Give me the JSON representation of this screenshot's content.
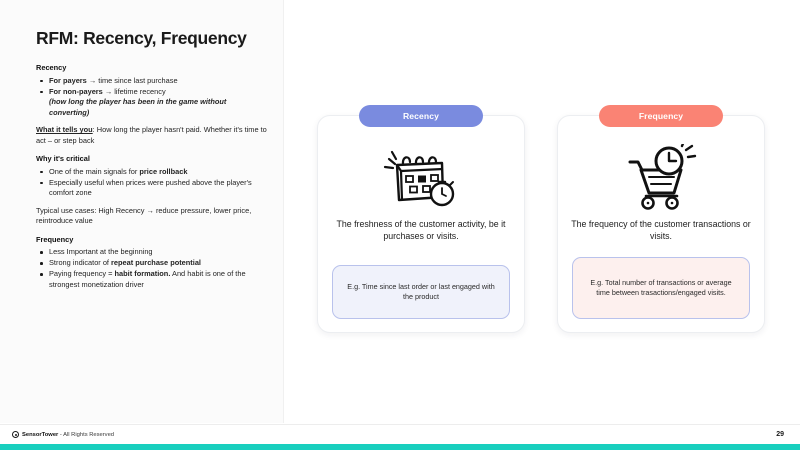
{
  "slide": {
    "title": "RFM: Recency, Frequency",
    "page_number": "29",
    "accent_blue": "#7a8bdf",
    "accent_salmon": "#fa8374",
    "accent_teal": "#18cfbe"
  },
  "left": {
    "recency_heading": "Recency",
    "recency_bullets": [
      {
        "bold": "For payers",
        "rest": " → time since last purchase"
      },
      {
        "bold": "For non-payers",
        "rest": " → lifetime recency",
        "italic": "(how long the player has been in the game without converting)"
      }
    ],
    "tells_you_label": "What it tells you",
    "tells_you_text": ": How long the player hasn't paid. Whether it's time to act – or step back",
    "critical_heading": "Why it's critical",
    "critical_bullets": [
      {
        "pre": "One of the main signals for ",
        "bold": "price rollback",
        "post": ""
      },
      {
        "pre": "Especially useful when prices were pushed above the player's comfort zone",
        "bold": "",
        "post": ""
      }
    ],
    "typical_use_cases": "Typical use cases: High Recency → reduce pressure, lower price, reintroduce value",
    "frequency_heading": "Frequency",
    "frequency_bullets": [
      {
        "pre": "Less Important at the beginning",
        "bold": "",
        "post": ""
      },
      {
        "pre": "Strong indicator of ",
        "bold": "repeat purchase potential",
        "post": ""
      },
      {
        "pre": "Paying frequency = ",
        "bold": "habit formation.",
        "post": " And habit is one of the strongest monetization driver"
      }
    ]
  },
  "cards": [
    {
      "badge": "Recency",
      "icon": "calendar-clock-icon",
      "description": "The freshness of the customer activity, be it purchases or visits.",
      "example": "E.g. Time since last order or last engaged with the product"
    },
    {
      "badge": "Frequency",
      "icon": "shopping-cart-clock-icon",
      "description": "The frequency of the customer transactions or visits.",
      "example": "E.g. Total number of transactions or average time between trasactions/engaged visits."
    }
  ],
  "footer": {
    "brand": "SensorTower",
    "brand_prefix": "Sensor",
    "brand_suffix": "Tower",
    "rights": " - All Rights Reserved",
    "page": "29"
  }
}
